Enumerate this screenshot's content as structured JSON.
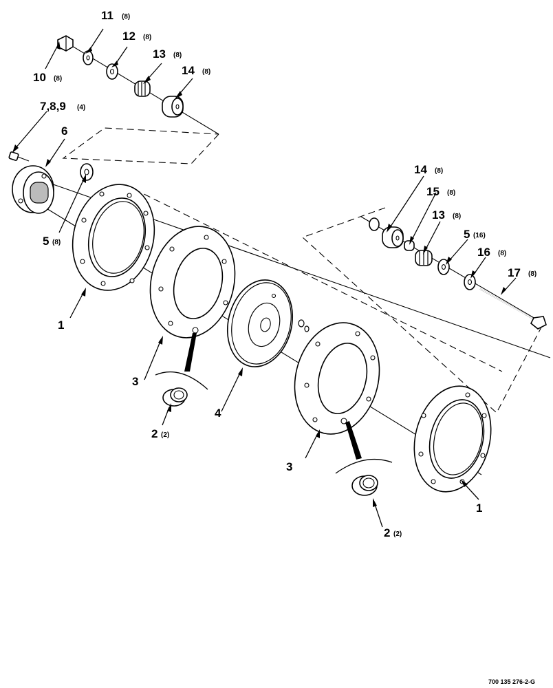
{
  "figure_id": "700 135 276-2-G",
  "callouts": [
    {
      "id": "c11",
      "item": "11",
      "qty": "(8)"
    },
    {
      "id": "c12",
      "item": "12",
      "qty": "(8)"
    },
    {
      "id": "c13a",
      "item": "13",
      "qty": "(8)"
    },
    {
      "id": "c14a",
      "item": "14",
      "qty": "(8)"
    },
    {
      "id": "c10",
      "item": "10",
      "qty": "(8)"
    },
    {
      "id": "c789",
      "item": "7,8,9",
      "qty": "(4)"
    },
    {
      "id": "c6",
      "item": "6",
      "qty": ""
    },
    {
      "id": "c5a",
      "item": "5",
      "qty": "(8)"
    },
    {
      "id": "c1a",
      "item": "1",
      "qty": ""
    },
    {
      "id": "c3a",
      "item": "3",
      "qty": ""
    },
    {
      "id": "c2a",
      "item": "2",
      "qty": "(2)"
    },
    {
      "id": "c4",
      "item": "4",
      "qty": ""
    },
    {
      "id": "c14b",
      "item": "14",
      "qty": "(8)"
    },
    {
      "id": "c15",
      "item": "15",
      "qty": "(8)"
    },
    {
      "id": "c13b",
      "item": "13",
      "qty": "(8)"
    },
    {
      "id": "c5b",
      "item": "5",
      "qty": "(16)"
    },
    {
      "id": "c16",
      "item": "16",
      "qty": "(8)"
    },
    {
      "id": "c17",
      "item": "17",
      "qty": "(8)"
    },
    {
      "id": "c3b",
      "item": "3",
      "qty": ""
    },
    {
      "id": "c2b",
      "item": "2",
      "qty": "(2)"
    },
    {
      "id": "c1b",
      "item": "1",
      "qty": ""
    }
  ]
}
